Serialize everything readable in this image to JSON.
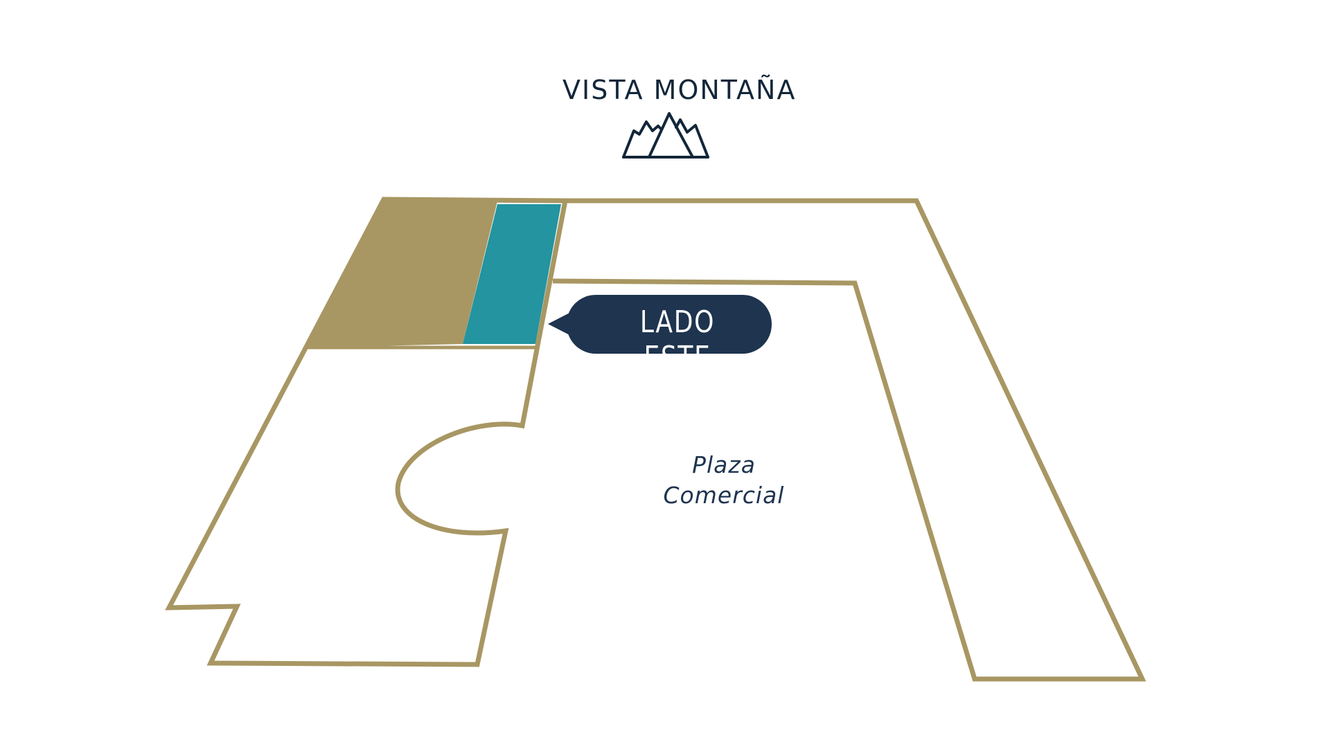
{
  "header": {
    "title": "VISTA MONTAÑA",
    "icon": "mountain-icon"
  },
  "map": {
    "callout_label": "LADO ESTE",
    "area_label_line1": "Plaza",
    "area_label_line2": "Comercial"
  },
  "colors": {
    "outline": "#a89763",
    "occupied": "#a89763",
    "selected": "#2394a0",
    "navy": "#1e344f"
  }
}
